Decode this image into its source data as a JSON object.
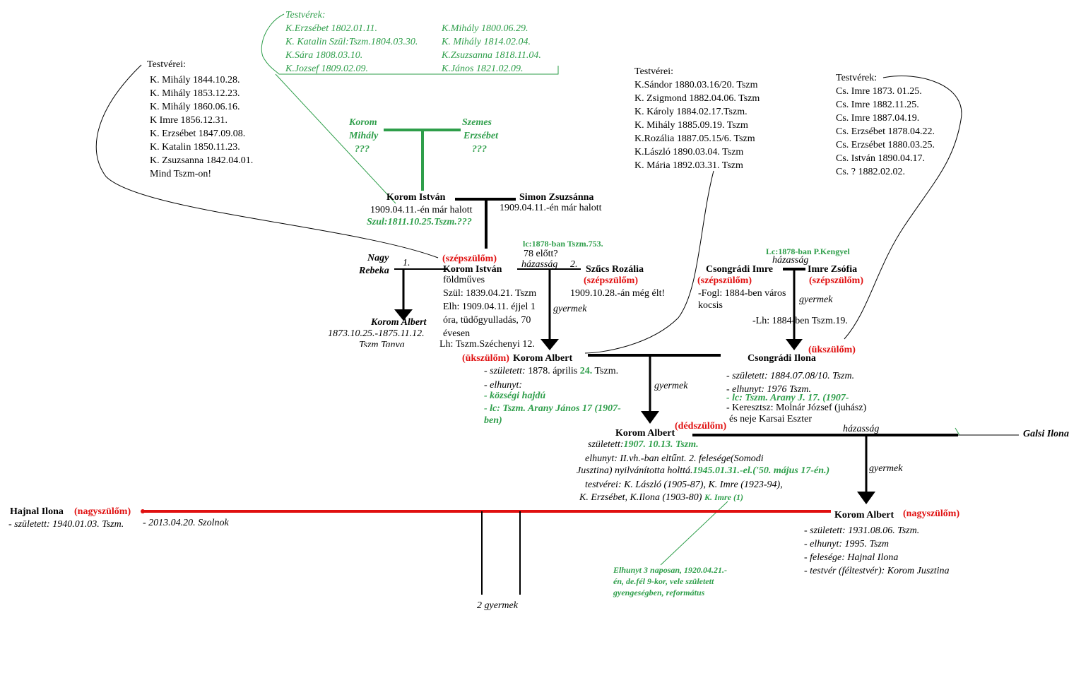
{
  "colors": {
    "green": "#2e9e4a",
    "red": "#e01010",
    "black": "#000000"
  },
  "top_siblings": {
    "title": "Testvérek:",
    "col1": [
      "K.Erzsébet 1802.01.11.",
      "K. Katalin Szül:Tszm.1804.03.30.",
      "K.Sára 1808.03.10.",
      "K.Jozsef 1809.02.09."
    ],
    "col2": [
      "K.Mihály 1800.06.29.",
      "K. Mihály 1814.02.04.",
      "K.Zsuzsanna 1818.11.04.",
      "K.János 1821.02.09."
    ]
  },
  "left_siblings": {
    "title": "Testvérei:",
    "items": [
      "K. Mihály 1844.10.28.",
      "K. Mihály 1853.12.23.",
      "K. Mihály 1860.06.16.",
      "K Imre 1856.12.31.",
      "K. Erzsébet 1847.09.08.",
      "K. Katalin 1850.11.23.",
      "K. Zsuzsanna 1842.04.01.",
      "Mind Tszm-on!"
    ]
  },
  "mid_siblings": {
    "title": "Testvérei:",
    "items": [
      "K.Sándor 1880.03.16/20. Tszm",
      "K. Zsigmond 1882.04.06. Tszm",
      "K. Károly 1884.02.17.Tszm.",
      "K. Mihály 1885.09.19. Tszm",
      "K.Rozália 1887.05.15/6. Tszm",
      "K.László 1890.03.04. Tszm",
      "K. Mária 1892.03.31. Tszm"
    ]
  },
  "right_siblings": {
    "title": "Testvérek:",
    "items": [
      "Cs. Imre 1873. 01.25.",
      "Cs. Imre 1882.11.25.",
      "Cs. Imre 1887.04.19.",
      "Cs. Erzsébet 1878.04.22.",
      "Cs. Erzsébet 1880.03.25.",
      "Cs. István 1890.04.17.",
      "Cs. ? 1882.02.02."
    ]
  },
  "gen0": {
    "father_1": "Korom",
    "father_2": "Mihály",
    "father_3": "???",
    "mother_1": "Szemes",
    "mother_2": "Erzsébet",
    "mother_3": "???"
  },
  "gen1": {
    "istvan_name": "Korom István",
    "istvan_death": "1909.04.11.-én már halott",
    "istvan_born": "Szul:1811.10.25.Tszm.???",
    "simon_name": "Simon Zsuzsánna",
    "simon_death": "1909.04.11.-én már halott"
  },
  "gen2": {
    "nagy_1": "Nagy",
    "nagy_2": "Rebeka",
    "num1": "1.",
    "num2": "2.",
    "role_istvan": "(szépszülőm)",
    "istvan_name": "Korom István",
    "istvan_lines": [
      "földműves",
      "Szül: 1839.04.21. Tszm",
      "Elh: 1909.04.11. éjjel 1",
      "óra, tüdőgyulladás, 70",
      "évesen"
    ],
    "istvan_lh": "Lh: Tszm.Széchenyi 12.",
    "lc_note": "lc:1878-ban Tszm.753.",
    "before78": "78 előtt?",
    "marriage": "házasság",
    "szucs_name": "Szűcs Rozália",
    "role_szucs": "(szépszülőm)",
    "szucs_alive": "1909.10.28.-án még élt!",
    "child_label": "gyermek",
    "albert_child_name": "Korom Albert",
    "albert_child_dates": "1873.10.25.-1875.11.12.",
    "albert_child_place": "Tszm Tanya",
    "cs_lc": "Lc:1878-ban P.Kengyel",
    "cs_marriage": "házasság",
    "cs_name": "Csongrádi Imre",
    "role_cs": "(szépszülőm)",
    "cs_fogl_1": "-Fogl: 1884-ben város",
    "cs_fogl_2": "kocsis",
    "cs_lh": "-Lh: 1884-ben Tszm.19.",
    "imre_zsofia": "Imre Zsófia",
    "role_zsofia": "(szépszülőm)",
    "cs_child_label": "gyermek"
  },
  "gen3": {
    "albert_name": "Korom Albert",
    "role_albert": "(ükszülőm)",
    "born_label": "- született:",
    "born_val": "1878. április",
    "born_day": "24.",
    "born_place": "Tszm.",
    "died_label": "- elhunyt:",
    "job": "- községi hajdú",
    "lc_1": "- lc: Tszm. Arany János 17 (1907-",
    "lc_2": "ben)",
    "child_label": "gyermek",
    "ilona_name": "Csongrádi Ilona",
    "role_ilona": "(ükszülőm)",
    "ilona_born_label": "- született:",
    "ilona_born": "1884.07.08/10. Tszm.",
    "ilona_died": "- elhunyt: 1976 Tszm.",
    "ilona_lc": "- lc: Tszm. Arany J. 17. (1907-",
    "ilona_godp_1": "- Keresztsz: Molnár József (juhász)",
    "ilona_godp_2": "és neje Karsai Eszter"
  },
  "gen4": {
    "albert_name": "Korom Albert",
    "role": "(dédszülőm)",
    "born_label": "született:",
    "born_val": "1907. 10.13. Tszm.",
    "died_1": "elhunyt: II.vh.-ban eltűnt. 2. felesége(Somodi",
    "died_2a": "Jusztina) nyilvánította holttá.",
    "died_2b": "1945.01.31.-el.('50. május 17-én.)",
    "sib_1": "testvérei: K. László (1905-87), K. Imre (1923-94),",
    "sib_2": "K. Erzsébet, K.Ilona (1903-80)",
    "sib_imre": "K. Imre (1)",
    "marriage": "házasság",
    "galsi": "Galsi Ilona",
    "child_label": "gyermek",
    "imre_note_1": "Elhunyt 3 naposan, 1920.04.21.-",
    "imre_note_2": "én, de.fél 9-kor, vele született",
    "imre_note_3": "gyengeségben, református"
  },
  "gen5": {
    "hajnal_name": "Hajnal Ilona",
    "role_hajnal": "(nagyszülőm)",
    "hajnal_born": "- született: 1940.01.03. Tszm.",
    "hajnal_died": "- 2013.04.20. Szolnok",
    "albert_name": "Korom Albert",
    "role_albert": "(nagyszülőm)",
    "albert_lines": [
      "- született: 1931.08.06. Tszm.",
      "- elhunyt: 1995. Tszm",
      "- felesége: Hajnal Ilona",
      "- testvér (féltestvér): Korom Jusztina"
    ],
    "children": "2 gyermek"
  }
}
